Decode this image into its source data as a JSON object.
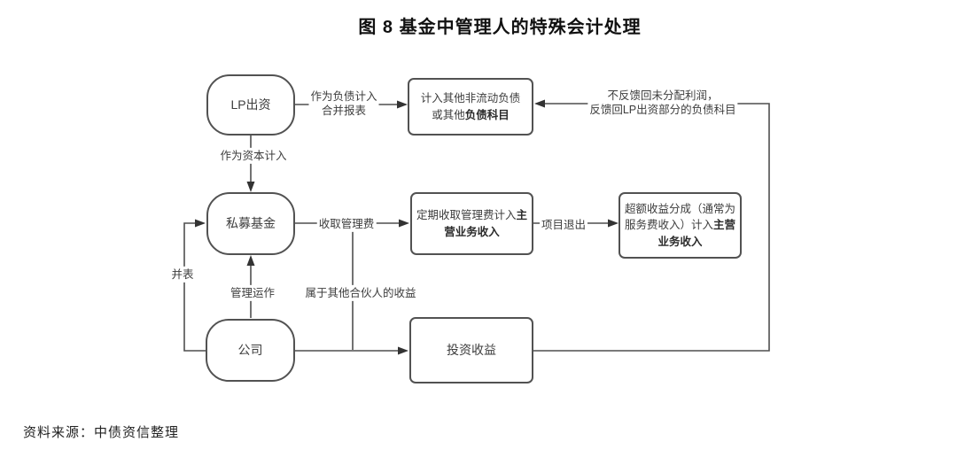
{
  "title": "图 8  基金中管理人的特殊会计处理",
  "source_note": "资料来源：中债资信整理",
  "nodes": {
    "lp": "LP出资",
    "fund": "私募基金",
    "company": "公司",
    "liability_line1": "计入其他非流动负债",
    "liability_line2_normal": "或其他",
    "liability_line2_bold": "负债科目",
    "fee_normal": "定期收取管理费计入",
    "fee_bold": "主营业务收入",
    "carry_normal": "超额收益分成（通常为服务费收入）计入",
    "carry_bold": "主营业务收入",
    "invest": "投资收益"
  },
  "edges": {
    "as_liability_line1": "作为负债计入",
    "as_liability_line2": "合并报表",
    "as_capital": "作为资本计入",
    "collect_fee": "收取管理费",
    "other_partners": "属于其他合伙人的收益",
    "project_exit": "项目退出",
    "operate": "管理运作",
    "consolidate": "并表",
    "feedback_line1": "不反馈回未分配利润，",
    "feedback_line2": "反馈回LP出资部分的负债科目"
  },
  "colors": {
    "line": "#4f4f4f",
    "arrow": "#333333",
    "node_border": "#525252",
    "text": "#3d3d3d",
    "background": "#ffffff"
  }
}
